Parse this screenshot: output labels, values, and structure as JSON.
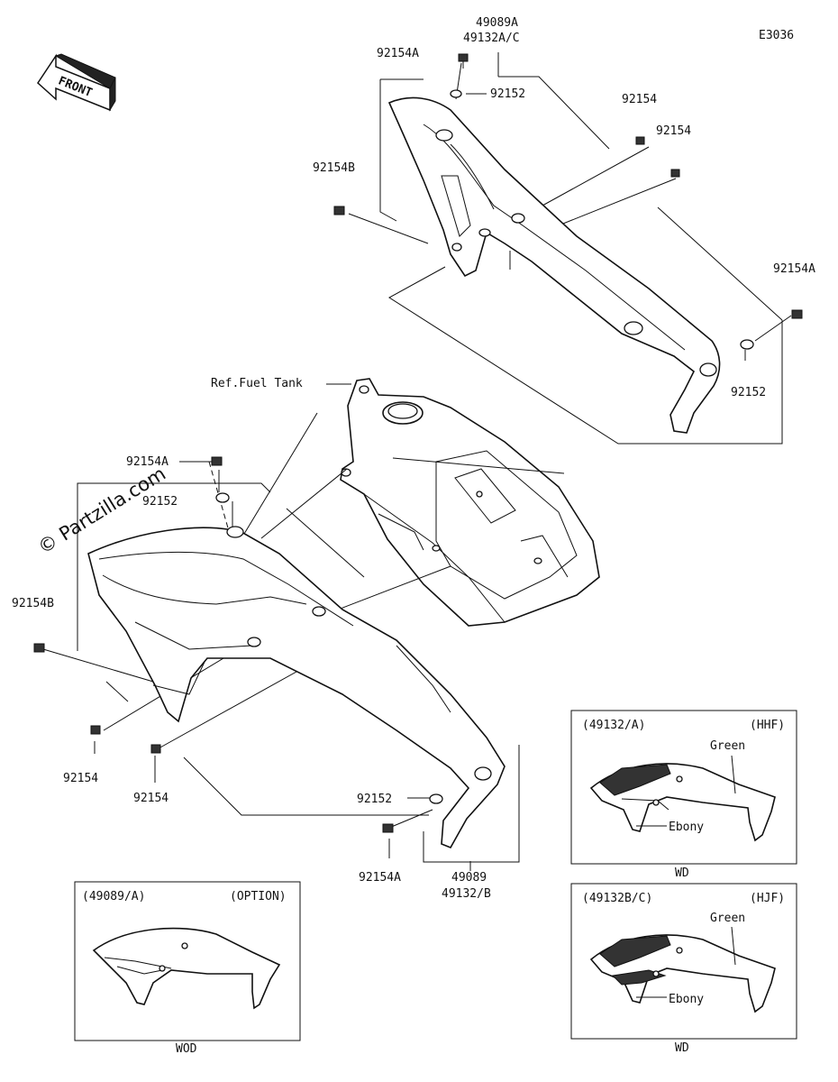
{
  "diagram_code": "E3036",
  "watermark": "© Partzilla.com",
  "front_arrow_label": "FRONT",
  "ref_fuel_tank": "Ref.Fuel Tank",
  "labels": {
    "top_assembly_1": "49089A",
    "top_assembly_2": "49132A/C",
    "top_bolt_a": "92154A",
    "top_washer": "92152",
    "top_bolt_1": "92154",
    "top_bolt_2": "92154",
    "top_left_bolt_b": "92154B",
    "top_right_bolt_a": "92154A",
    "top_right_washer": "92152",
    "lower_bolt_a": "92154A",
    "lower_washer": "92152",
    "lower_left_bolt_b": "92154B",
    "lower_bolt_1": "92154",
    "lower_bolt_2": "92154",
    "lower_right_washer": "92152",
    "lower_right_bolt_a": "92154A",
    "lower_assembly_1": "49089",
    "lower_assembly_2": "49132/B"
  },
  "option_box": {
    "part": "(49089/A)",
    "tag": "(OPTION)",
    "caption": "WOD"
  },
  "variant_hhf": {
    "part": "(49132/A)",
    "tag": "(HHF)",
    "color_1": "Green",
    "color_2": "Ebony",
    "caption": "WD"
  },
  "variant_hjf": {
    "part": "(49132B/C)",
    "tag": "(HJF)",
    "color_1": "Green",
    "color_2": "Ebony",
    "caption": "WD"
  }
}
